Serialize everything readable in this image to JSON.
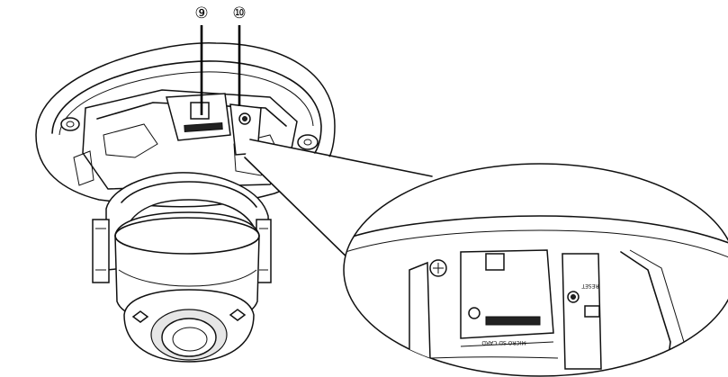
{
  "callouts": [
    {
      "id": "9",
      "label": "⑨"
    },
    {
      "id": "10",
      "label": "⑩"
    }
  ],
  "detail_labels": {
    "micro_sd": "MICRO SD CARD",
    "reset": "RESET"
  },
  "colors": {
    "line": "#111111",
    "background": "#ffffff"
  }
}
